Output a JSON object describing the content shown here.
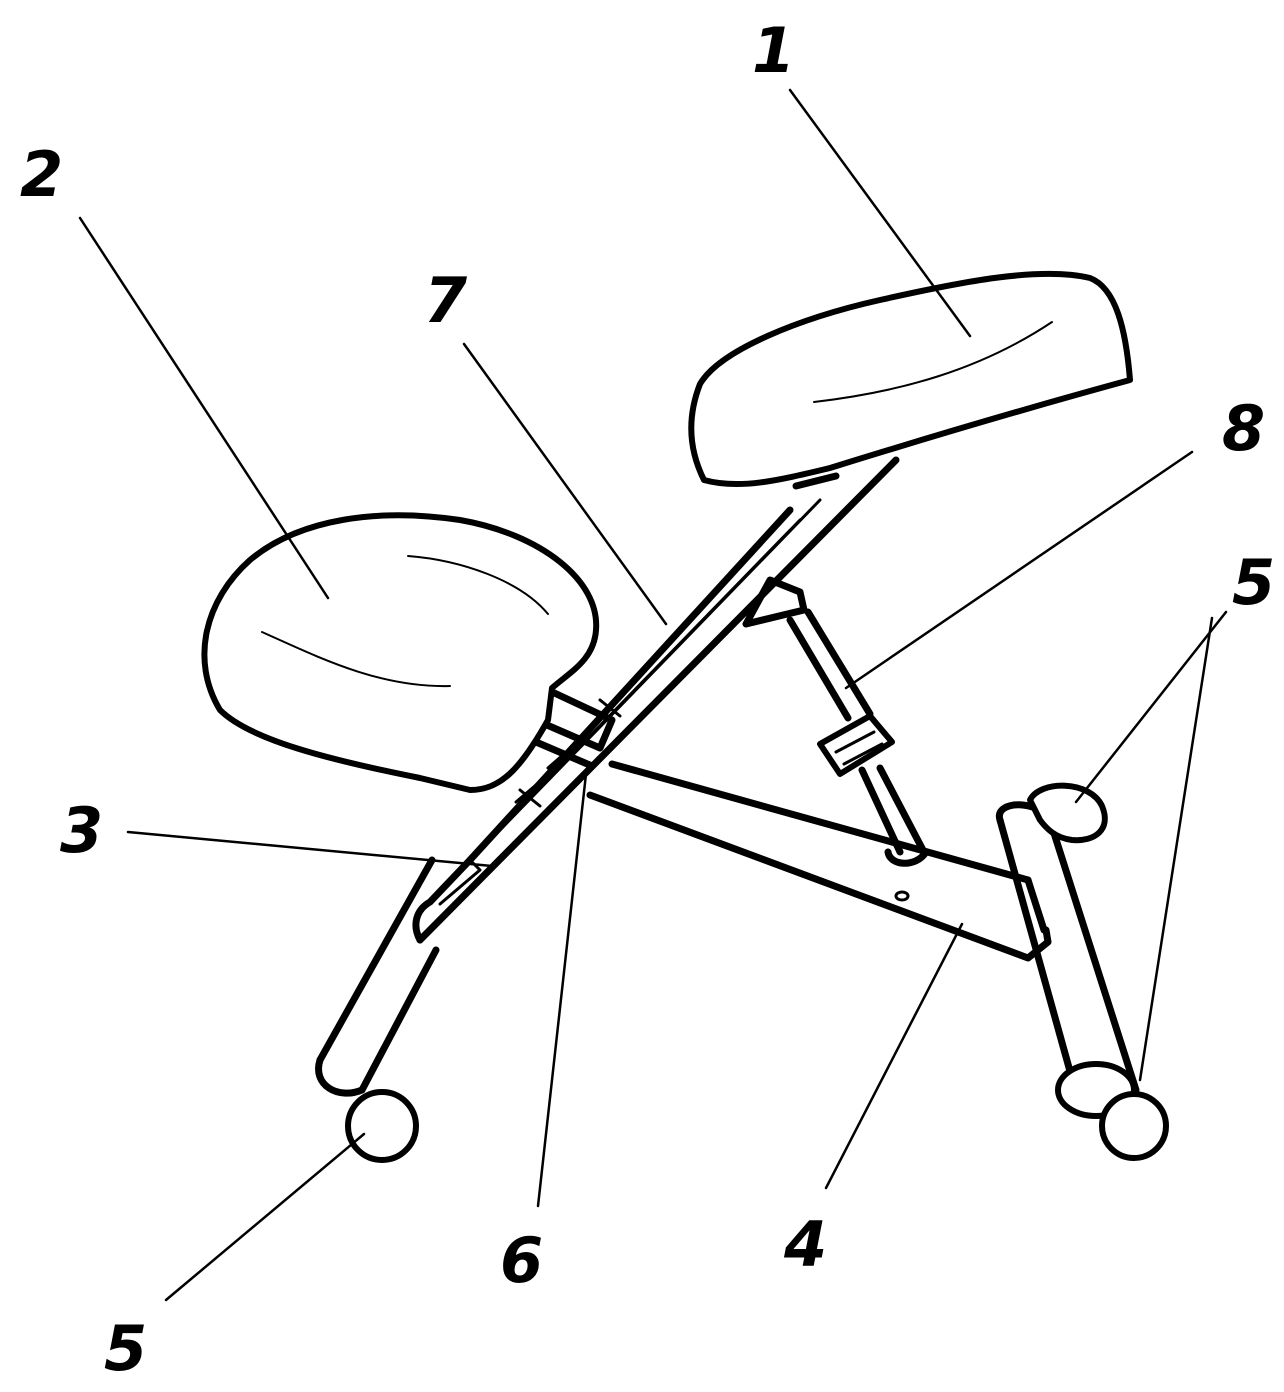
{
  "labels": {
    "l1": "1",
    "l2": "2",
    "l3": "3",
    "l4": "4",
    "l5_left": "5",
    "l5_right": "5",
    "l6": "6",
    "l7": "7",
    "l8": "8"
  }
}
